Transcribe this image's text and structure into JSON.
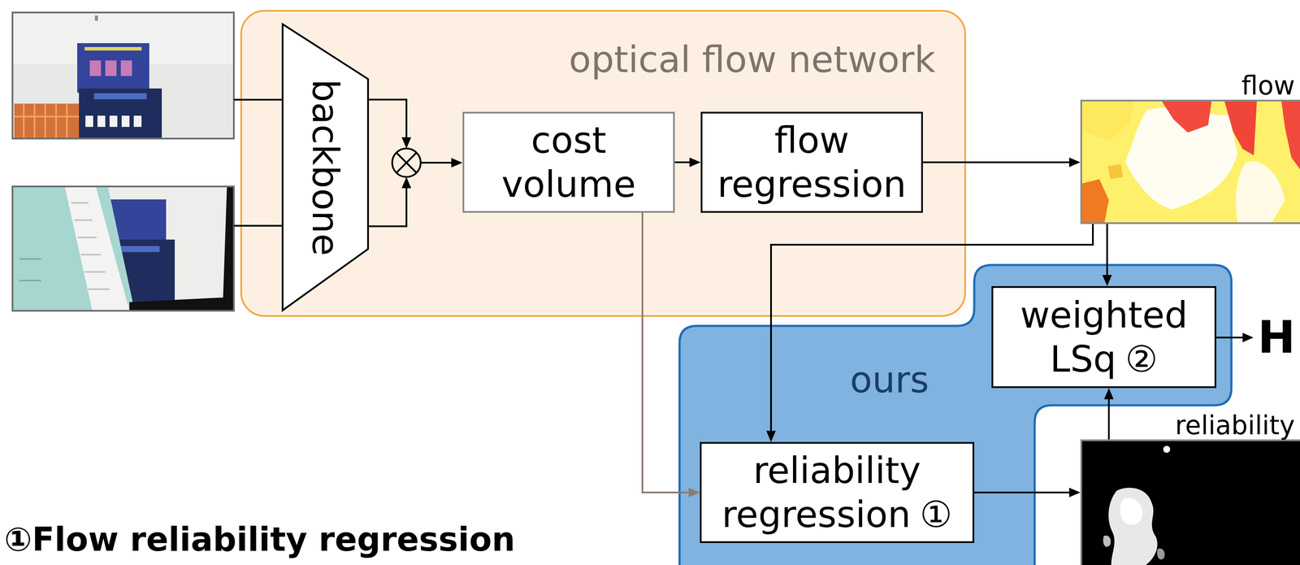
{
  "diagram": {
    "nodes": [
      {
        "text": [
          "optical flow network"
        ]
      },
      {
        "text": [
          "backbone"
        ],
        "in": 0
      },
      {
        "text": [
          "cost volume"
        ],
        "in": 0
      },
      {
        "text": [
          "flow regression"
        ],
        "in": 0
      },
      {
        "text": [
          "flow"
        ]
      },
      {
        "text": [
          "ours"
        ]
      },
      {
        "text": [
          "weighted LSq",
          "②"
        ],
        "in": 5
      },
      {
        "text": [
          "reliability regression",
          "①"
        ],
        "in": 5
      },
      {
        "text": [
          "reliability"
        ]
      }
    ],
    "edges": [
      {
        "from": 1,
        "to": 2,
        "arrow": "to"
      },
      {
        "from": 2,
        "to": 3,
        "arrow": "to"
      },
      {
        "from": 3,
        "to": 4,
        "arrow": "to"
      },
      {
        "from": 4,
        "to": 6,
        "arrow": "to"
      },
      {
        "from": 4,
        "to": 7,
        "arrow": "to"
      },
      {
        "from": 2,
        "to": 7,
        "arrow": "to"
      },
      {
        "from": 7,
        "to": 8,
        "arrow": "to"
      },
      {
        "from": 8,
        "to": 6,
        "arrow": "to"
      }
    ],
    "labels": [
      "H",
      "①Flow reliability regression"
    ]
  }
}
